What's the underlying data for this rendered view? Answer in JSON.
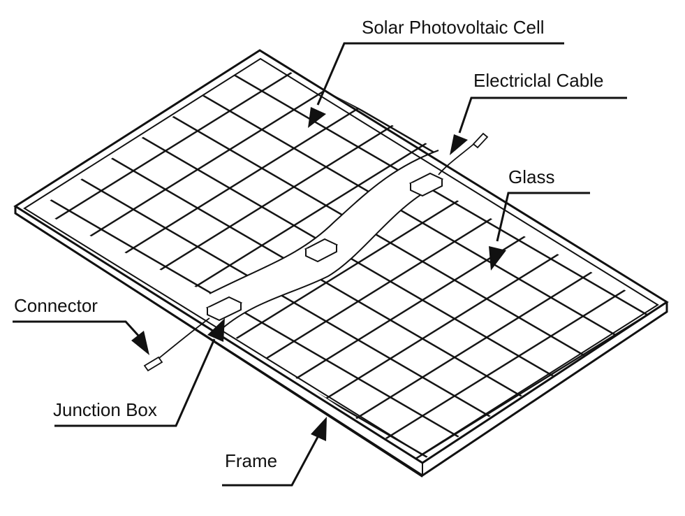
{
  "labels": {
    "solar_cell": "Solar Photovoltaic Cell",
    "cable": "Electriclal Cable",
    "glass": "Glass",
    "connector": "Connector",
    "junction_box": "Junction Box",
    "frame": "Frame"
  },
  "colors": {
    "ink": "#111111",
    "background": "#ffffff"
  }
}
